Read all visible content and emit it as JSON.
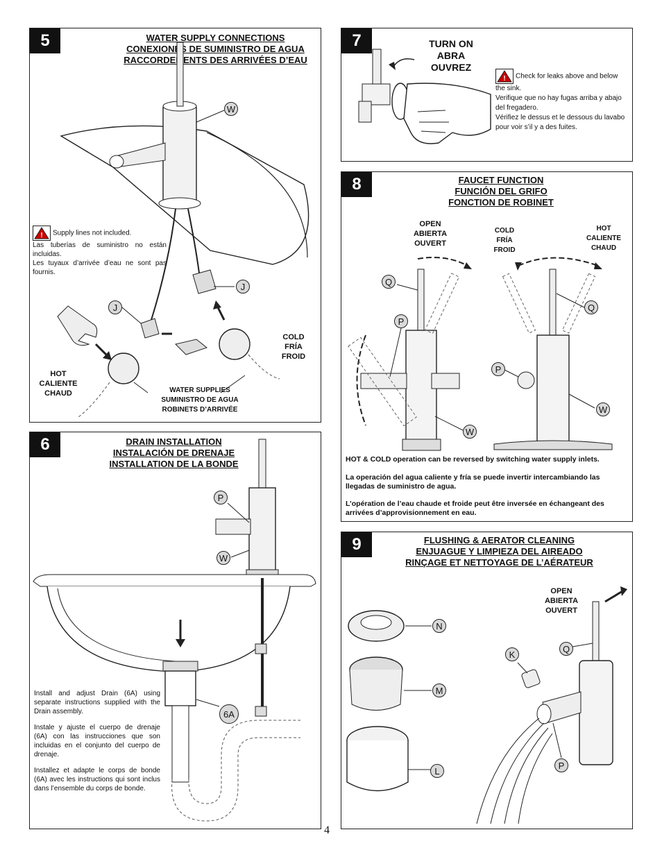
{
  "page_number": "4",
  "step5": {
    "number": "5",
    "title": [
      "WATER SUPPLY CONNECTIONS",
      "CONEXIONES DE SUMINISTRO DE AGUA",
      "RACCORDEMENTS DES ARRIVÉES D’EAU"
    ],
    "warning": [
      "Supply lines not included.",
      "Las tuberías de suministro no están incluidas.",
      "Les tuyaux d’arrivée d’eau ne sont pas fournis."
    ],
    "hot": [
      "HOT",
      "CALIENTE",
      "CHAUD"
    ],
    "cold": [
      "COLD",
      "FRÍA",
      "FROID"
    ],
    "supplies": [
      "WATER SUPPLIES",
      "SUMINISTRO DE AGUA",
      "ROBINETS D’ARRIVÉE"
    ],
    "callouts": {
      "w": "W",
      "j1": "J",
      "j2": "J"
    }
  },
  "step6": {
    "number": "6",
    "title": [
      "DRAIN INSTALLATION",
      "INSTALACIÓN DE DRENAJE",
      "INSTALLATION DE LA BONDE"
    ],
    "text_en": "Install and adjust Drain (6A) using separate instructions supplied with the Drain assembly.",
    "text_es": "Instale y ajuste el cuerpo de drenaje (6A) con las instrucciones que son incluidas en el conjunto del cuerpo de drenaje.",
    "text_fr": "Installez et adapte le corps de bonde (6A) avec les instructions qui sont inclus dans l’ensemble du corps de bonde.",
    "callouts": {
      "p": "P",
      "w": "W",
      "a6": "6A"
    }
  },
  "step7": {
    "number": "7",
    "turn_on": [
      "TURN ON",
      "ABRA",
      "OUVREZ"
    ],
    "warning": [
      "Check for leaks above and below the sink.",
      "Verifique que no hay fugas arriba y abajo del fregadero.",
      "Vérifiez le dessus et le dessous du lavabo pour voir s’il y a des fuites."
    ]
  },
  "step8": {
    "number": "8",
    "title": [
      "FAUCET FUNCTION",
      "FUNCIÓN DEL GRIFO",
      "FONCTION DE ROBINET"
    ],
    "open": [
      "OPEN",
      "ABIERTA",
      "OUVERT"
    ],
    "cold": [
      "COLD",
      "FRÍA",
      "FROID"
    ],
    "hot": [
      "HOT",
      "CALIENTE",
      "CHAUD"
    ],
    "notes": [
      "HOT & COLD operation can be reversed by switching water supply inlets.",
      "La operación del agua caliente y fría se puede invertir intercambiando las llegadas de suministro de agua.",
      "L’opération de l’eau chaude et froide peut être inversée en échangeant des arrivées d’approvisionnement en eau."
    ],
    "callouts": {
      "q1": "Q",
      "p1": "P",
      "w1": "W",
      "q2": "Q",
      "p2": "P",
      "w2": "W"
    }
  },
  "step9": {
    "number": "9",
    "title": [
      "FLUSHING & AERATOR CLEANING",
      "ENJUAGUE Y LIMPIEZA DEL AIREADO",
      "RINÇAGE ET NETTOYAGE DE L’AÉRATEUR"
    ],
    "open": [
      "OPEN",
      "ABIERTA",
      "OUVERT"
    ],
    "callouts": {
      "n": "N",
      "m": "M",
      "l": "L",
      "k": "K",
      "q": "Q",
      "p": "P"
    }
  }
}
